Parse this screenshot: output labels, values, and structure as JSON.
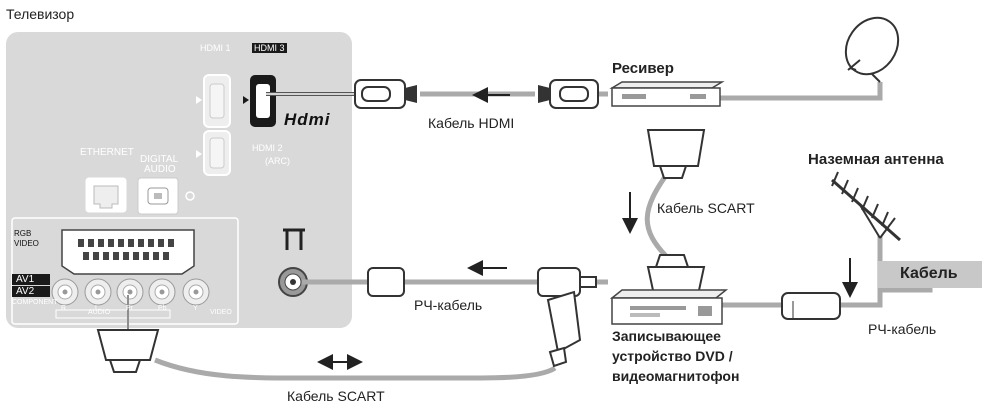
{
  "labels": {
    "tv": "Телевизор",
    "hdmi_cable": "Кабель HDMI",
    "receiver": "Ресивер",
    "scart_cable_right": "Кабель SCART",
    "terrestrial_antenna": "Наземная антенна",
    "cable": "Кабель",
    "rf_cable_middle": "РЧ-кабель",
    "rf_cable_right": "РЧ-кабель",
    "recorder_line1": "Записывающее",
    "recorder_line2": "устройство DVD /",
    "recorder_line3": "видеомагнитофон",
    "scart_cable_bottom": "Кабель SCART"
  },
  "panel": {
    "hdmi1": "HDMI 1",
    "hdmi3": "HDMI 3",
    "hdmi2": "HDMI 2",
    "arc": "(ARC)",
    "hdmi_logo": "Hdmi",
    "ethernet": "ETHERNET",
    "digital": "DIGITAL",
    "audio": "AUDIO",
    "rgb": "RGB",
    "video": "VIDEO",
    "av1": "AV1",
    "av2": "AV2",
    "component": "COMPONENT",
    "audio_small": "AUDIO",
    "video_small": "VIDEO",
    "r": "R",
    "l": "L",
    "pr": "Pr",
    "pb": "Pb",
    "y": "Y"
  },
  "colors": {
    "panel": "#d9d9d9",
    "cable_gray": "#a6a6a6",
    "cable_dark": "#555555",
    "badge_black": "#1a1a1a",
    "cable_box": "#c8c8c8"
  }
}
